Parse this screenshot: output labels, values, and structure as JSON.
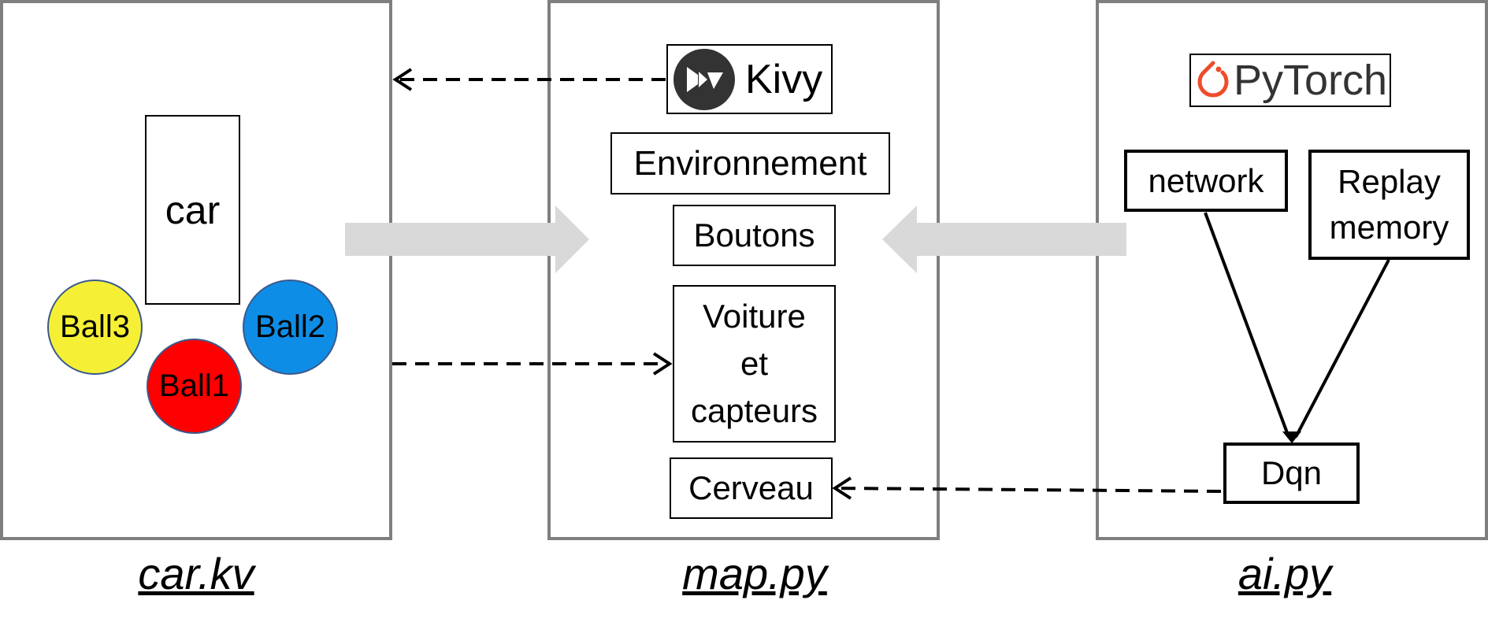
{
  "colors": {
    "panel_border": "#7f7f7f",
    "ball1": "#ff0000",
    "ball2": "#0e8de6",
    "ball3": "#f5f035",
    "pytorch_accent": "#ee4c2c",
    "flow_arrow": "#d9d9d9"
  },
  "left": {
    "car": "car",
    "ball1": "Ball1",
    "ball2": "Ball2",
    "ball3": "Ball3",
    "file": "car.kv"
  },
  "middle": {
    "kivy": "Kivy",
    "environnement": "Environnement",
    "boutons": "Boutons",
    "voiture_line1": "Voiture",
    "voiture_line2": "et",
    "voiture_line3": "capteurs",
    "cerveau": "Cerveau",
    "file": "map.py"
  },
  "right": {
    "pytorch": "PyTorch",
    "network": "network",
    "replay_line1": "Replay",
    "replay_line2": "memory",
    "dqn": "Dqn",
    "file": "ai.py"
  },
  "icons": {
    "kivy_logo": "kivy-logo-icon",
    "pytorch_logo": "pytorch-flame-icon"
  }
}
